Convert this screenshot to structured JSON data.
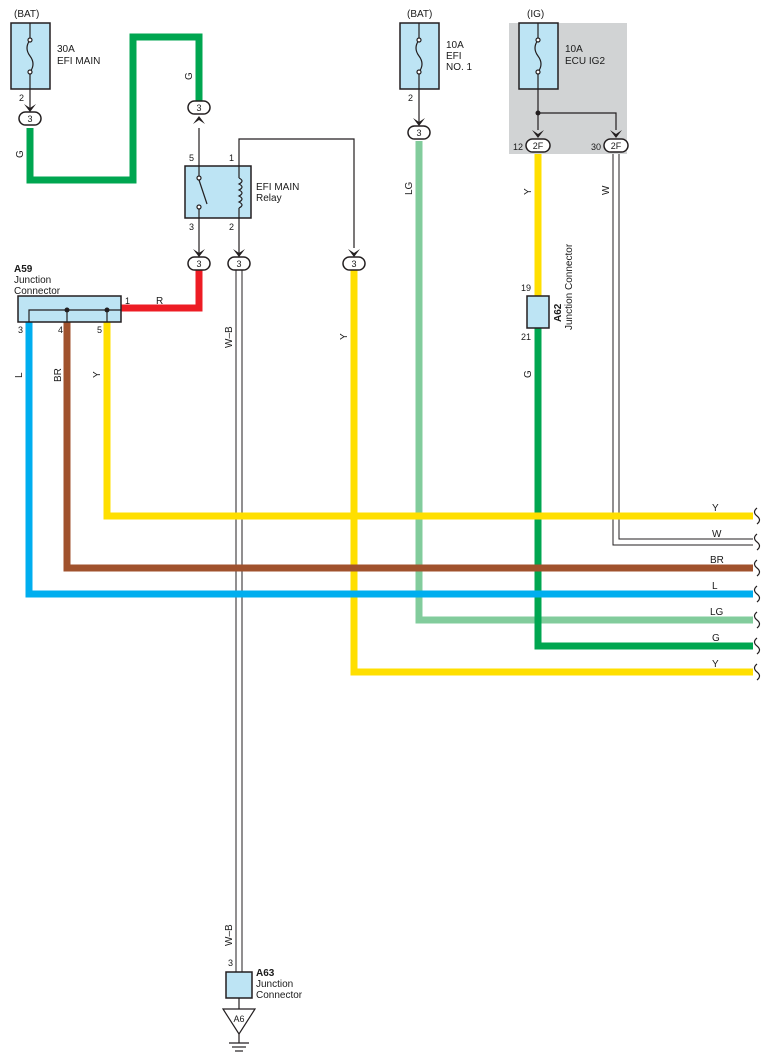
{
  "colors": {
    "G": "#00a650",
    "R": "#ed1c24",
    "LG": "#82cc9c",
    "Y": "#ffdf00",
    "W": "#ffffff",
    "BR": "#a0522d",
    "L": "#00aeef",
    "WB": "#ffffff",
    "component_fill": "#bde4f4",
    "ig_box_fill": "#d1d3d4"
  },
  "fuses": {
    "efi_main": {
      "supply": "(BAT)",
      "rating": "30A",
      "name": "EFI MAIN",
      "pin": "2",
      "conn": "3"
    },
    "efi_no1": {
      "supply": "(BAT)",
      "rating": "10A",
      "name_1": "EFI",
      "name_2": "NO. 1",
      "pin": "2",
      "conn": "3"
    },
    "ecu_ig2": {
      "supply": "(IG)",
      "rating": "10A",
      "name": "ECU IG2",
      "pin_a": "12",
      "conn_a": "2F",
      "pin_b": "30",
      "conn_b": "2F"
    }
  },
  "relay": {
    "name_1": "EFI MAIN",
    "name_2": "Relay",
    "pin_5": "5",
    "pin_1": "1",
    "pin_3": "3",
    "pin_2": "2",
    "conn_top": "3",
    "conn_bottom_a": "3",
    "conn_bottom_b": "3",
    "conn_y": "3"
  },
  "a59": {
    "code": "A59",
    "name_1": "Junction",
    "name_2": "Connector",
    "pin_1": "1",
    "pin_3": "3",
    "pin_4": "4",
    "pin_5": "5"
  },
  "a62": {
    "code": "A62",
    "name": "Junction Connector",
    "pin_19": "19",
    "pin_21": "21"
  },
  "a63": {
    "code": "A63",
    "name_1": "Junction",
    "name_2": "Connector",
    "pin_3": "3"
  },
  "ground": {
    "label": "A6"
  },
  "wire_labels": {
    "g_left": "G",
    "g_right": "G",
    "r": "R",
    "wb_top": "W–B",
    "wb_bottom": "W–B",
    "y_mid": "Y",
    "lg": "LG",
    "y_ecu": "Y",
    "w_ecu": "W",
    "g_a62": "G",
    "l_a59": "L",
    "br_a59": "BR",
    "y_a59": "Y"
  },
  "edge_labels": [
    "Y",
    "W",
    "BR",
    "L",
    "LG",
    "G",
    "Y"
  ]
}
